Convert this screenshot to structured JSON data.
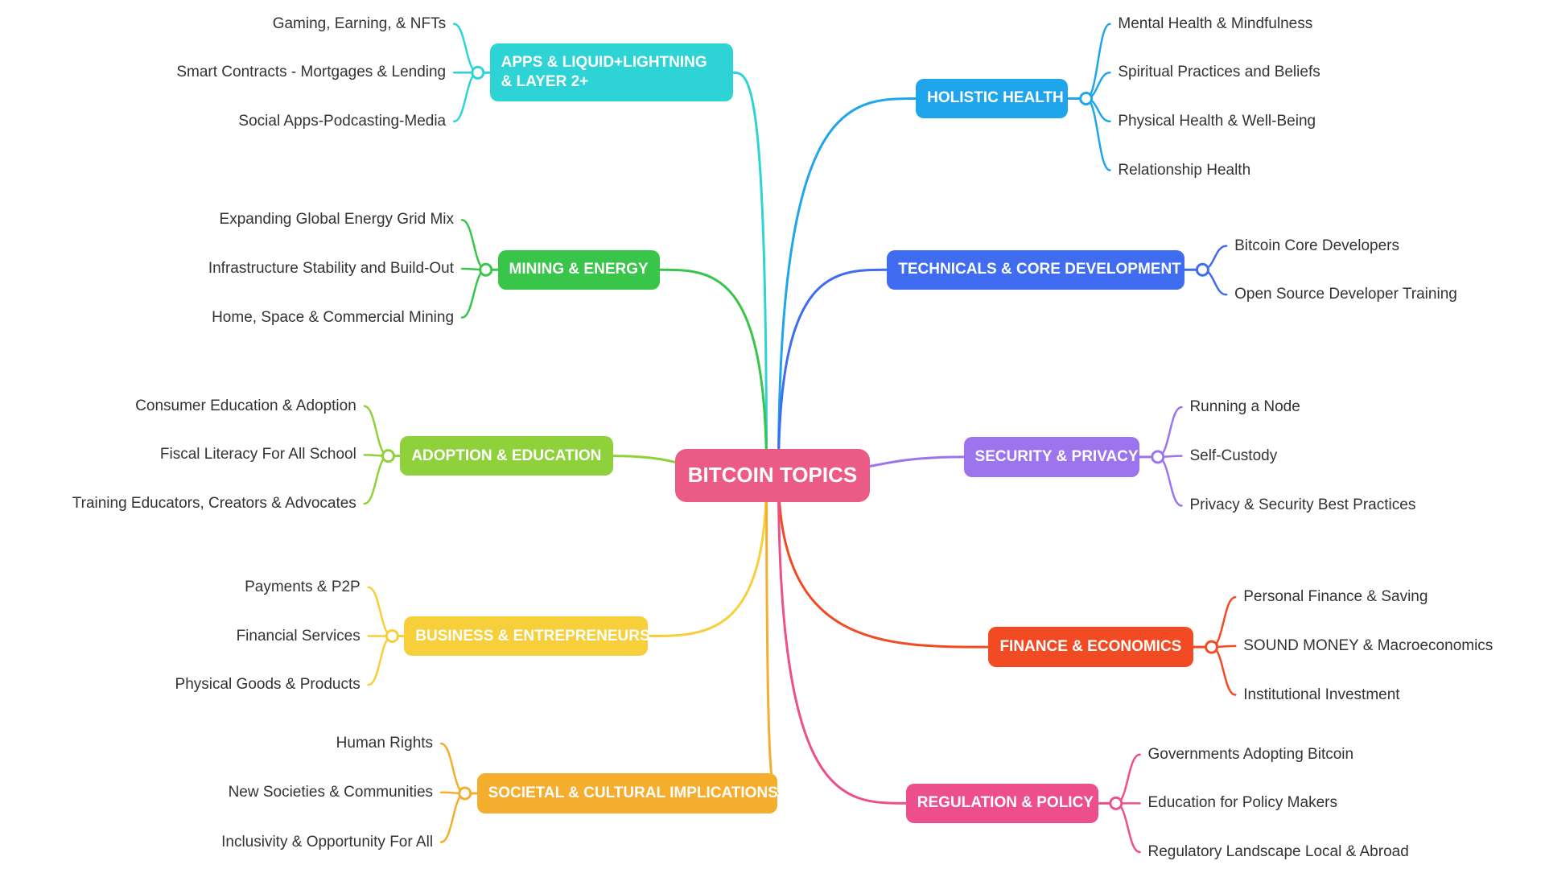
{
  "center": {
    "label": "BITCOIN TOPICS",
    "color": "#ec5b85"
  },
  "categories": [
    {
      "id": "apps",
      "label": "APPS & LIQUID+LIGHTNING & LAYER 2+",
      "color": "#2ed3d6",
      "children": [
        "Gaming, Earning, & NFTs",
        "Smart Contracts - Mortgages & Lending",
        "Social Apps-Podcasting-Media"
      ]
    },
    {
      "id": "mining",
      "label": "MINING & ENERGY",
      "color": "#39c54a",
      "children": [
        "Expanding Global Energy Grid Mix",
        "Infrastructure Stability and Build-Out",
        "Home, Space & Commercial Mining"
      ]
    },
    {
      "id": "adoption",
      "label": "ADOPTION & EDUCATION",
      "color": "#8fd13a",
      "children": [
        "Consumer Education & Adoption",
        "Fiscal Literacy For All School",
        "Training Educators, Creators & Advocates"
      ]
    },
    {
      "id": "business",
      "label": "BUSINESS & ENTREPRENEURS",
      "color": "#f6cf3b",
      "children": [
        "Payments & P2P",
        "Financial Services",
        "Physical Goods & Products"
      ]
    },
    {
      "id": "societal",
      "label": "SOCIETAL & CULTURAL IMPLICATIONS",
      "color": "#f5ad2e",
      "children": [
        "Human Rights",
        "New Societies & Communities",
        "Inclusivity & Opportunity For All"
      ]
    },
    {
      "id": "holistic",
      "label": "HOLISTIC HEALTH",
      "color": "#1ea5ec",
      "children": [
        "Mental Health & Mindfulness",
        "Spiritual Practices and Beliefs",
        "Physical Health & Well-Being",
        "Relationship Health"
      ]
    },
    {
      "id": "technicals",
      "label": "TECHNICALS & CORE DEVELOPMENT",
      "color": "#3f6cf0",
      "children": [
        "Bitcoin Core Developers",
        "Open Source Developer Training"
      ]
    },
    {
      "id": "security",
      "label": "SECURITY & PRIVACY",
      "color": "#9b74ee",
      "children": [
        "Running a Node",
        "Self-Custody",
        "Privacy & Security Best Practices"
      ]
    },
    {
      "id": "finance",
      "label": "FINANCE & ECONOMICS",
      "color": "#f24a22",
      "children": [
        "Personal Finance & Saving",
        "SOUND MONEY & Macroeconomics",
        "Institutional Investment"
      ]
    },
    {
      "id": "regulation",
      "label": "REGULATION & POLICY",
      "color": "#ec4f8c",
      "children": [
        "Governments Adopting Bitcoin",
        "Education for Policy Makers",
        "Regulatory  Landscape Local & Abroad"
      ]
    }
  ]
}
